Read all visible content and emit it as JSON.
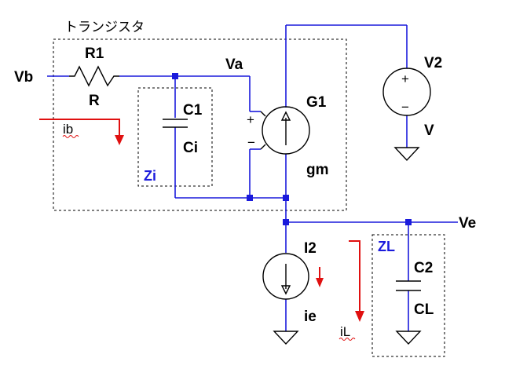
{
  "title": "トランジスタ",
  "nodes": {
    "vb": "Vb",
    "va": "Va",
    "ve": "Ve"
  },
  "components": {
    "r1": {
      "name": "R1",
      "value": "R"
    },
    "c1": {
      "name": "C1",
      "value": "Ci"
    },
    "g1": {
      "name": "G1",
      "value": "gm",
      "plus": "+",
      "minus": "−"
    },
    "v2": {
      "name": "V2",
      "value": "V",
      "plus": "+",
      "minus": "−"
    },
    "i2": {
      "name": "I2",
      "value": "ie"
    },
    "c2": {
      "name": "C2",
      "value": "CL"
    }
  },
  "impedances": {
    "zi": "Zi",
    "zl": "ZL"
  },
  "currents": {
    "ib": "ib",
    "il": "iL"
  },
  "colors": {
    "wire": "#1a1adc",
    "arrow": "#e01010",
    "label": "#000000"
  }
}
